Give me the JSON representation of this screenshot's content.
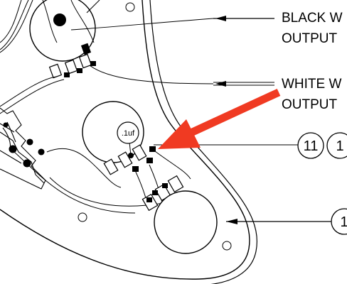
{
  "labels": {
    "black_wire_line1": "BLACK W",
    "black_wire_line2": "OUTPUT",
    "white_wire_line1": "WHITE W",
    "white_wire_line2": "OUTPUT"
  },
  "capacitor": {
    "value": ".1uf"
  },
  "callouts": {
    "callout_a": "11",
    "callout_b": "1",
    "callout_c": "1"
  },
  "colors": {
    "arrow": "#f03a22",
    "ink": "#000000",
    "background": "#ffffff"
  }
}
